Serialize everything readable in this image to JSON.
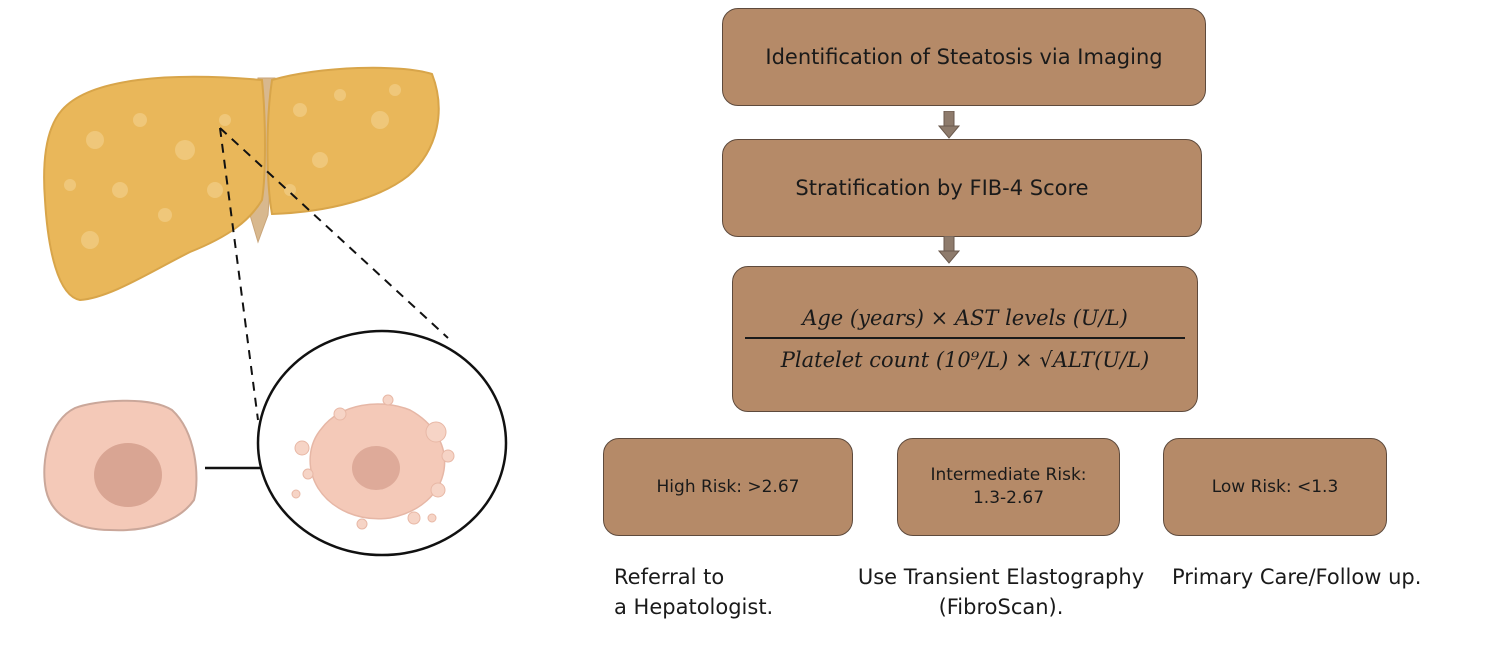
{
  "flow": {
    "step1": "Identification of Steatosis via Imaging",
    "step2": "Stratification by FIB-4 Score",
    "formula": {
      "numerator": "Age (years) × AST levels (U/L)",
      "denominator": "Platelet count (10⁹/L) × √ALT(U/L)"
    },
    "risk": {
      "high": "High Risk: >2.67",
      "intermediate_line1": "Intermediate Risk:",
      "intermediate_line2": "1.3-2.67",
      "low": "Low Risk: <1.3"
    },
    "actions": {
      "high_line1": "Referral to",
      "high_line2": "a Hepatologist.",
      "intermediate_line1": "Use Transient Elastography",
      "intermediate_line2": "(FibroScan).",
      "low": "Primary Care/Follow up."
    }
  },
  "colors": {
    "box_fill": "#b58a68",
    "box_border": "#5e4a3c",
    "liver": "#e9b75a",
    "cell": "#f4c9b8",
    "nucleus": "#d9a593"
  },
  "icons": [
    "liver-illustration",
    "healthy-cell-icon",
    "fatty-cell-icon",
    "magnifier-circle-icon"
  ]
}
